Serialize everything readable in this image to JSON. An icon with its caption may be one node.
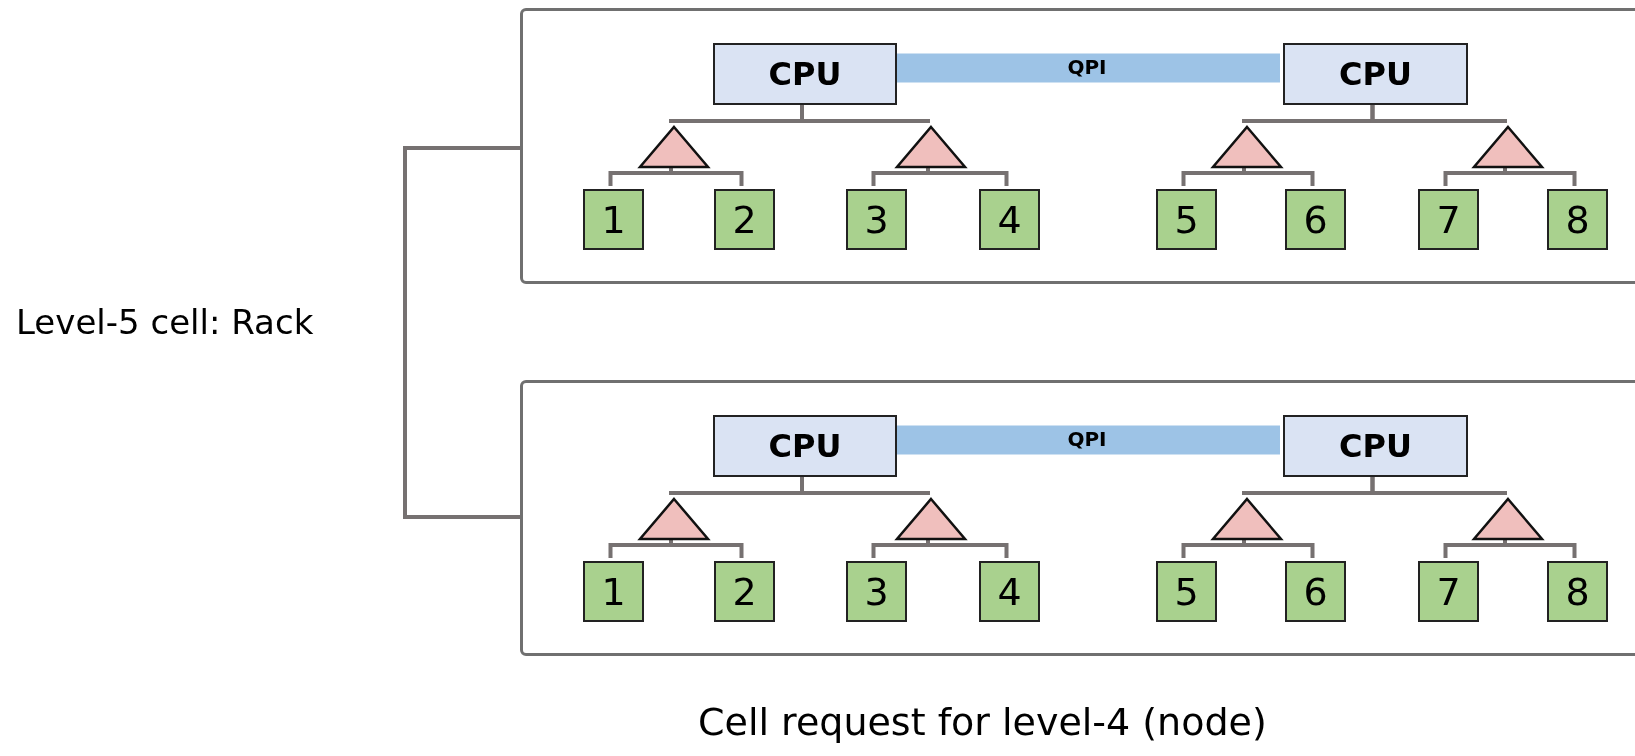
{
  "diagram": {
    "caption": "Cell request for level-4 (node)",
    "nodes": [
      {
        "text": [],
        "shape": "box"
      },
      {
        "text": [
          "CPU"
        ],
        "in": 0
      },
      {
        "text": [
          "CPU"
        ],
        "in": 0
      },
      {
        "text": [],
        "shape": "triangle",
        "in": 0
      },
      {
        "text": [],
        "shape": "triangle",
        "in": 0
      },
      {
        "text": [],
        "shape": "triangle",
        "in": 0
      },
      {
        "text": [],
        "shape": "triangle",
        "in": 0
      },
      {
        "text": [
          "1"
        ],
        "in": 0
      },
      {
        "text": [
          "2"
        ],
        "in": 0
      },
      {
        "text": [
          "3"
        ],
        "in": 0
      },
      {
        "text": [
          "4"
        ],
        "in": 0
      },
      {
        "text": [
          "5"
        ],
        "in": 0
      },
      {
        "text": [
          "6"
        ],
        "in": 0
      },
      {
        "text": [
          "7"
        ],
        "in": 0
      },
      {
        "text": [
          "8"
        ],
        "in": 0
      },
      {
        "text": [],
        "shape": "box"
      },
      {
        "text": [
          "CPU"
        ],
        "in": 15
      },
      {
        "text": [
          "CPU"
        ],
        "in": 15
      },
      {
        "text": [],
        "shape": "triangle",
        "in": 15
      },
      {
        "text": [],
        "shape": "triangle",
        "in": 15
      },
      {
        "text": [],
        "shape": "triangle",
        "in": 15
      },
      {
        "text": [],
        "shape": "triangle",
        "in": 15
      },
      {
        "text": [
          "1"
        ],
        "in": 15
      },
      {
        "text": [
          "2"
        ],
        "in": 15
      },
      {
        "text": [
          "3"
        ],
        "in": 15
      },
      {
        "text": [
          "4"
        ],
        "in": 15
      },
      {
        "text": [
          "5"
        ],
        "in": 15
      },
      {
        "text": [
          "6"
        ],
        "in": 15
      },
      {
        "text": [
          "7"
        ],
        "in": 15
      },
      {
        "text": [
          "8"
        ],
        "in": 15
      }
    ],
    "edges": [
      {
        "from": 1,
        "to": 2,
        "arrow": "none",
        "label": "QPI",
        "style": "thick",
        "color": "#9dc3e6"
      },
      {
        "from": 1,
        "to": 3,
        "arrow": "none"
      },
      {
        "from": 1,
        "to": 4,
        "arrow": "none"
      },
      {
        "from": 2,
        "to": 5,
        "arrow": "none"
      },
      {
        "from": 2,
        "to": 6,
        "arrow": "none"
      },
      {
        "from": 3,
        "to": 7,
        "arrow": "none"
      },
      {
        "from": 3,
        "to": 8,
        "arrow": "none"
      },
      {
        "from": 4,
        "to": 9,
        "arrow": "none"
      },
      {
        "from": 4,
        "to": 10,
        "arrow": "none"
      },
      {
        "from": 5,
        "to": 11,
        "arrow": "none"
      },
      {
        "from": 5,
        "to": 12,
        "arrow": "none"
      },
      {
        "from": 6,
        "to": 13,
        "arrow": "none"
      },
      {
        "from": 6,
        "to": 14,
        "arrow": "none"
      },
      {
        "from": 16,
        "to": 17,
        "arrow": "none",
        "label": "QPI",
        "style": "thick",
        "color": "#9dc3e6"
      },
      {
        "from": 16,
        "to": 18,
        "arrow": "none"
      },
      {
        "from": 16,
        "to": 19,
        "arrow": "none"
      },
      {
        "from": 17,
        "to": 20,
        "arrow": "none"
      },
      {
        "from": 17,
        "to": 21,
        "arrow": "none"
      },
      {
        "from": 18,
        "to": 22,
        "arrow": "none"
      },
      {
        "from": 18,
        "to": 23,
        "arrow": "none"
      },
      {
        "from": 19,
        "to": 24,
        "arrow": "none"
      },
      {
        "from": 19,
        "to": 25,
        "arrow": "none"
      },
      {
        "from": 20,
        "to": 26,
        "arrow": "none"
      },
      {
        "from": 20,
        "to": 27,
        "arrow": "none"
      },
      {
        "from": 21,
        "to": 28,
        "arrow": "none"
      },
      {
        "from": 21,
        "to": 29,
        "arrow": "none"
      },
      {
        "from": 0,
        "to": 15,
        "arrow": "none"
      }
    ],
    "labels": [
      "Level-5 cell: Rack"
    ]
  }
}
